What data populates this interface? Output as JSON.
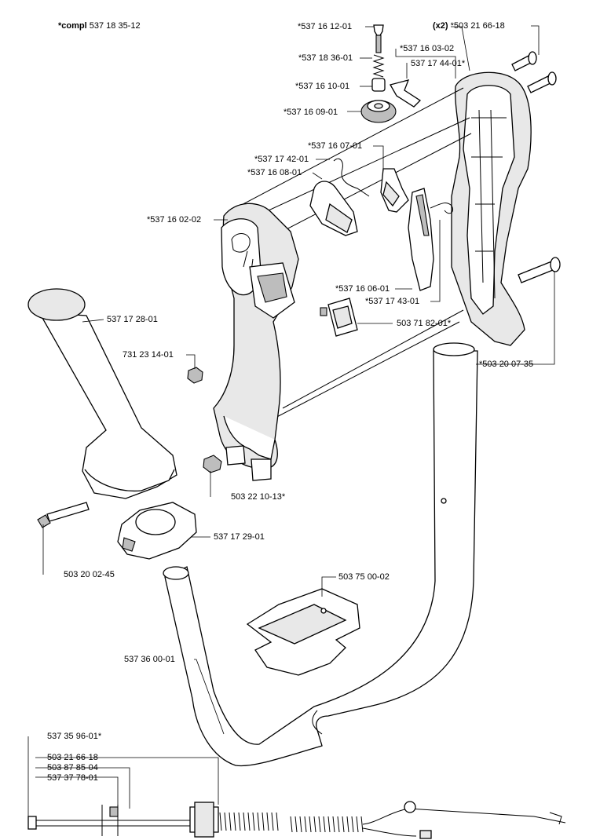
{
  "title": {
    "prefix": "*compl",
    "number": "537 18 35-12"
  },
  "qty_note": "(x2)",
  "labels": {
    "screw_top": "*503 21 66-18",
    "pin": "*537 16 12-01",
    "housing_right": "*537 16 03-02",
    "spring": "*537 18 36-01",
    "clip": "537 17 44-01*",
    "bushing": "*537 16 10-01",
    "gear": "*537 16 09-01",
    "stop_lever": "*537 16 07-01",
    "spring_wire": "*537 17 42-01",
    "lock_lever": "*537 16 08-01",
    "housing_left": "*537 16 02-02",
    "throttle_trigger": "*537 16 06-01",
    "trigger_spring": "*537 17 43-01",
    "switch": "503 71 82-01*",
    "screw_right": "*503 20 07-35",
    "grip": "537 17 28-01",
    "nut_left": "731 23 14-01",
    "nut_handle": "503 22 10-13*",
    "bracket": "537 17 29-01",
    "screw_left": "503 20 02-45",
    "clamp": "503 75 00-02",
    "loop_tube": "537 36 00-01",
    "cable_kit": "537 35 96-01*",
    "cable_screw": "503 21 66-18",
    "cable_part_a": "503 87 85-04",
    "cable_part_b": "537 37 78-01"
  }
}
